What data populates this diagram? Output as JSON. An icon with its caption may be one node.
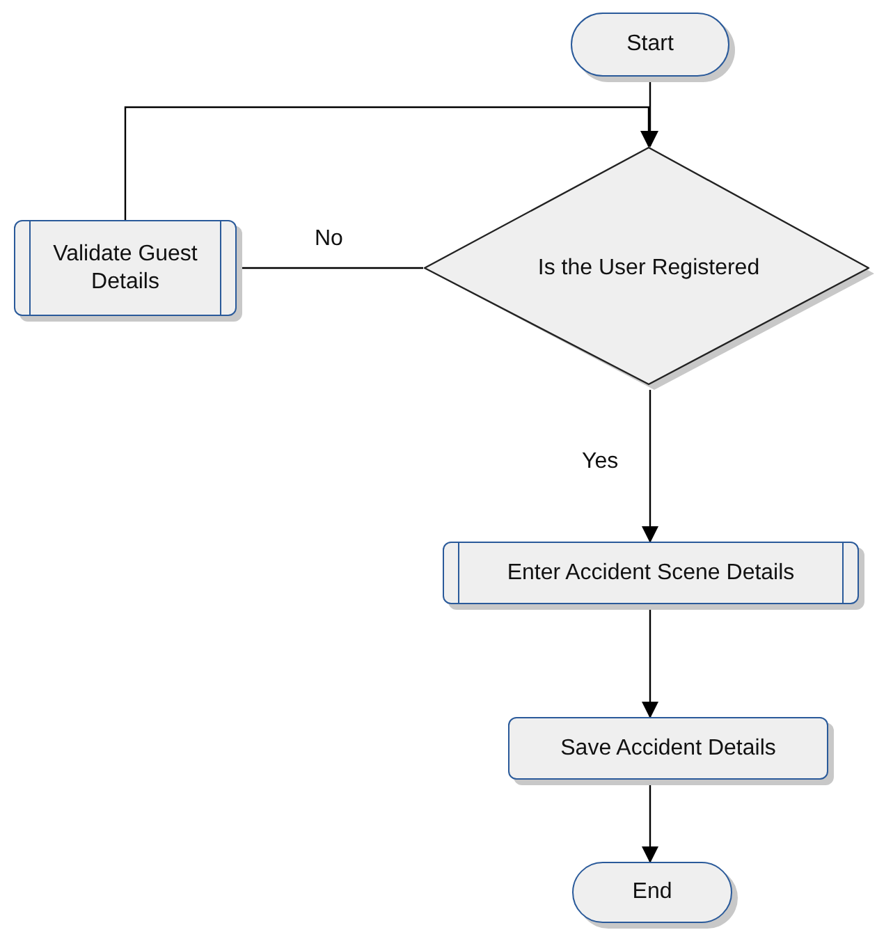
{
  "diagram": {
    "nodes": [
      {
        "text": [
          "Start"
        ]
      },
      {
        "text": [
          "Is the User Registered"
        ]
      },
      {
        "text": [
          "Validate Guest Details"
        ]
      },
      {
        "text": [
          "Enter Accident Scene Details"
        ]
      },
      {
        "text": [
          "Save Accident Details"
        ]
      },
      {
        "text": [
          "End"
        ]
      }
    ],
    "edges": [
      {
        "from": 0,
        "to": 1,
        "arrow": "to"
      },
      {
        "from": 1,
        "to": 2,
        "arrow": "none",
        "label": "No"
      },
      {
        "from": 2,
        "to": 1,
        "arrow": "to"
      },
      {
        "from": 1,
        "to": 3,
        "arrow": "to",
        "label": "Yes"
      },
      {
        "from": 3,
        "to": 4,
        "arrow": "to"
      },
      {
        "from": 4,
        "to": 5,
        "arrow": "to"
      }
    ]
  }
}
